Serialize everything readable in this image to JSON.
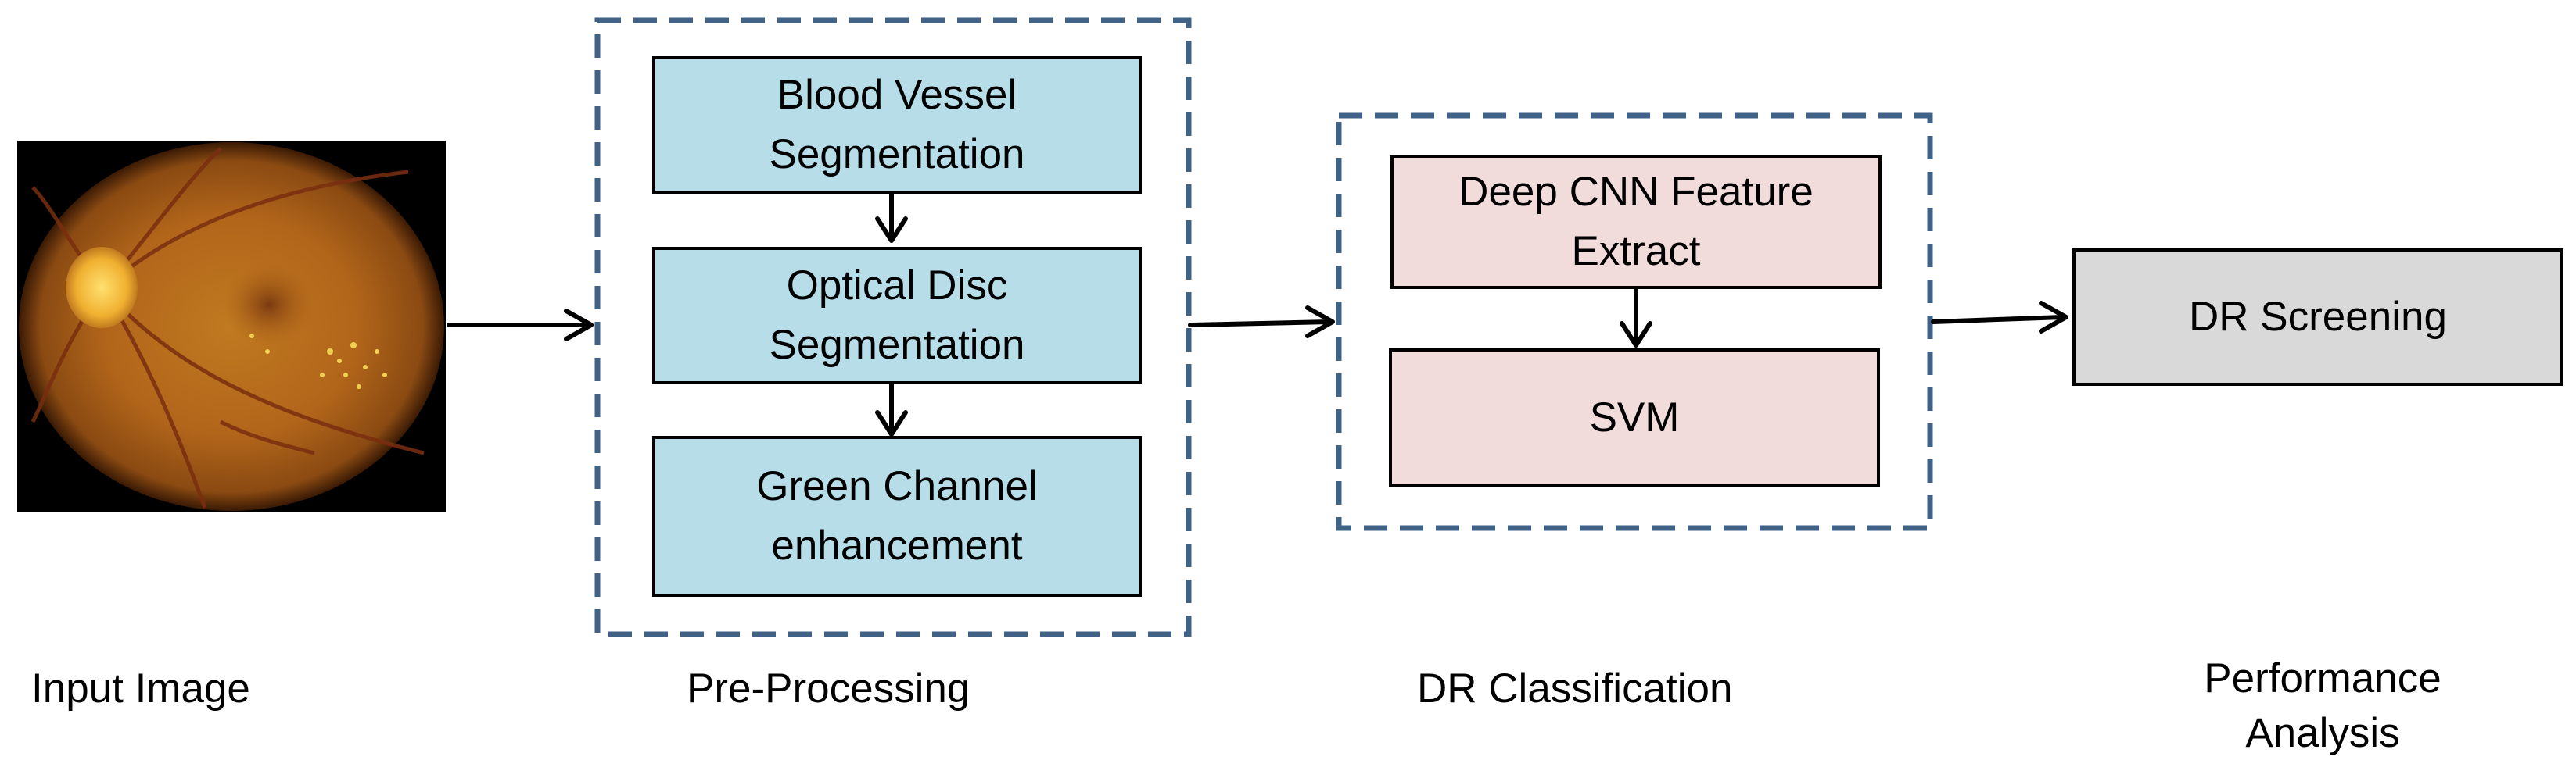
{
  "input_image": {
    "caption": "Input Image"
  },
  "pre_processing": {
    "caption": "Pre-Processing",
    "steps": [
      {
        "label_line1": "Blood Vessel",
        "label_line2": "Segmentation"
      },
      {
        "label_line1": "Optical Disc",
        "label_line2": "Segmentation"
      },
      {
        "label_line1": "Green Channel",
        "label_line2": "enhancement"
      }
    ]
  },
  "dr_classification": {
    "caption": "DR Classification",
    "steps": [
      {
        "label_line1": "Deep CNN Feature",
        "label_line2": "Extract"
      },
      {
        "label_line1": "SVM"
      }
    ]
  },
  "performance_analysis": {
    "caption_line1": "Performance",
    "caption_line2": "Analysis",
    "output": "DR Screening"
  },
  "colors": {
    "preprocess_fill": "#b6dde8",
    "classification_fill": "#f2dcdb",
    "output_fill": "#d9d9d9",
    "dashed_border": "#3f6286"
  }
}
